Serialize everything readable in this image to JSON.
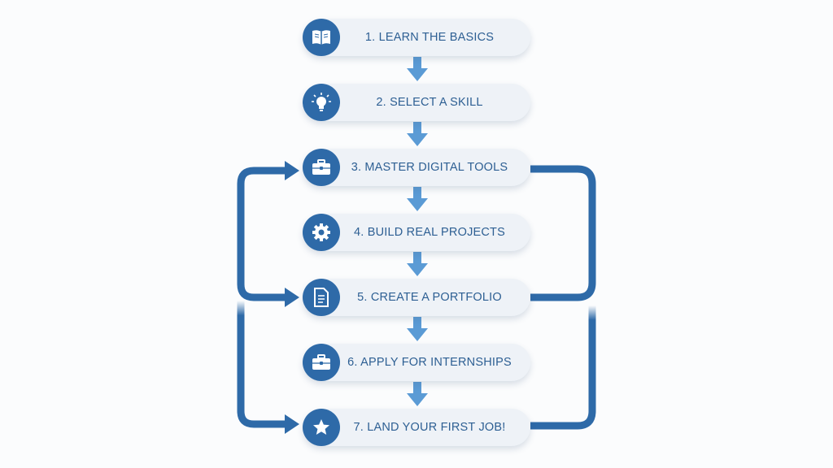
{
  "steps": [
    {
      "label": "1. LEARN THE BASICS",
      "icon": "book-icon"
    },
    {
      "label": "2. SELECT A SKILL",
      "icon": "lightbulb-icon"
    },
    {
      "label": "3. MASTER DIGITAL TOOLS",
      "icon": "briefcase-icon"
    },
    {
      "label": "4. BUILD REAL PROJECTS",
      "icon": "gear-icon"
    },
    {
      "label": "5. CREATE A PORTFOLIO",
      "icon": "document-icon"
    },
    {
      "label": "6. APPLY FOR INTERNSHIPS",
      "icon": "briefcase-icon"
    },
    {
      "label": "7. LAND YOUR FIRST JOB!",
      "icon": "star-icon"
    }
  ],
  "colors": {
    "primary": "#2e6aa8",
    "arrow": "#5b9bd5",
    "pill": "#eef2f7",
    "text": "#2d5f93"
  }
}
